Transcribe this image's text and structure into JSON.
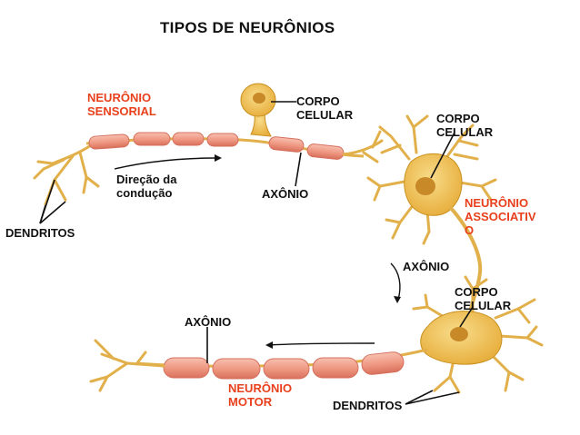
{
  "title": "TIPOS DE NEURÔNIOS",
  "colors": {
    "label_red": "#e8401c",
    "myelin": "#f2a08c",
    "myelin_edge": "#d9705c",
    "neuron_body": "#f0c25a",
    "neuron_edge": "#c8901e",
    "nucleus": "#c88a28"
  },
  "labels": {
    "sensory_neuron": "NEURÔNIO\nSENSORIAL",
    "cell_body_sensory": "CORPO\nCELULAR",
    "cell_body_assoc": "CORPO\nCELULAR",
    "conduction_direction": "Direção da\ncondução",
    "axon_sensory": "AXÔNIO",
    "dendrites_left": "DENDRITOS",
    "association_neuron": "NEURÔNIO\nASSOCIATIV\nO",
    "axon_assoc": "AXÔNIO",
    "cell_body_motor": "CORPO\nCELULAR",
    "axon_motor": "AXÔNIO",
    "motor_neuron": "NEURÔNIO\nMOTOR",
    "dendrites_motor": "DENDRITOS"
  }
}
